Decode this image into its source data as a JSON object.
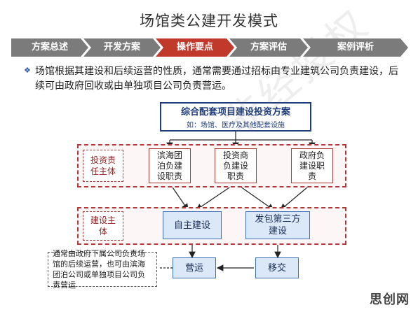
{
  "title": "场馆类公建开发模式",
  "tabs": [
    {
      "label": "方案总述",
      "active": false
    },
    {
      "label": "开发方案",
      "active": false
    },
    {
      "label": "操作要点",
      "active": true
    },
    {
      "label": "方案评估",
      "active": false
    },
    {
      "label": "案例评析",
      "active": false
    }
  ],
  "bullet": {
    "icon": "diamond-bullet-icon",
    "text": "场馆根据其建设和后续运营的性质，通常需要通过招标由专业建筑公司负责建设，后续可由政府回收或由单独项目公司负责营运。"
  },
  "diagram": {
    "top_box": {
      "title": "综合配套项目建设投资方案",
      "subtitle": "如：场馆、医疗及其他配套设施"
    },
    "investment_group": {
      "label_line1": "投资责",
      "label_line2": "任主体",
      "boxes": [
        {
          "line1": "滨海团",
          "line2": "泊负建",
          "line3": "设职责"
        },
        {
          "line1": "投资商",
          "line2": "负建设",
          "line3": "职责"
        },
        {
          "line1": "政府负",
          "line2": "建设职",
          "line3": "责"
        }
      ]
    },
    "construction_group": {
      "label_line1": "建设主",
      "label_line2": "体",
      "boxes": [
        {
          "line1": "自主建设",
          "line2": ""
        },
        {
          "line1": "发包第三方",
          "line2": "建设"
        }
      ]
    },
    "operation_box": "营运",
    "transfer_box": "移交",
    "note": "通常由政府下属公司负责场馆的后续运营，也可由滨海团泊公司或单独项目公司负责营运"
  },
  "watermark": "非经授权",
  "corner_mark": "思创网",
  "colors": {
    "tab_default": "#7b7b7b",
    "tab_active": "#c0392b",
    "dashed_red": "#b03a3a",
    "blue_fill": "#dbe8f7",
    "navy": "#1f3d7a"
  }
}
